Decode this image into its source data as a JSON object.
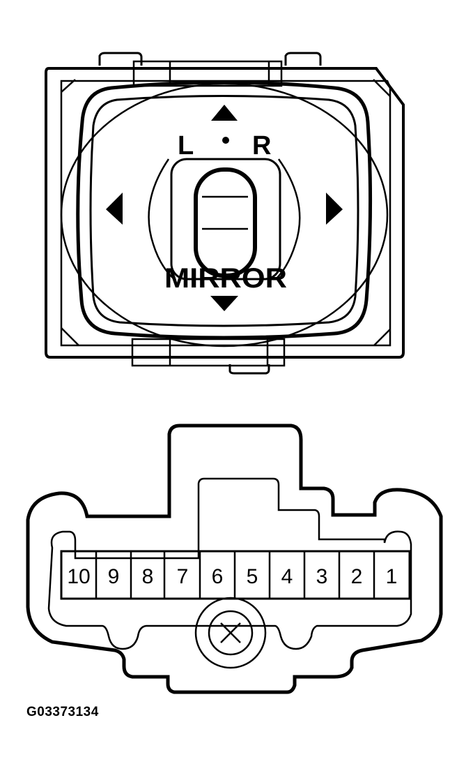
{
  "switch": {
    "label_left": "L",
    "label_dot": "•",
    "label_right": "R",
    "label_mirror": "MIRROR",
    "arrows": [
      "arrow-up-icon",
      "arrow-down-icon",
      "arrow-left-icon",
      "arrow-right-icon"
    ]
  },
  "connector": {
    "pins": [
      "10",
      "9",
      "8",
      "7",
      "6",
      "5",
      "4",
      "3",
      "2",
      "1"
    ],
    "lock_symbol": "circle-x-icon"
  },
  "caption": "G03373134",
  "colors": {
    "line": "#000000",
    "background": "#ffffff"
  }
}
